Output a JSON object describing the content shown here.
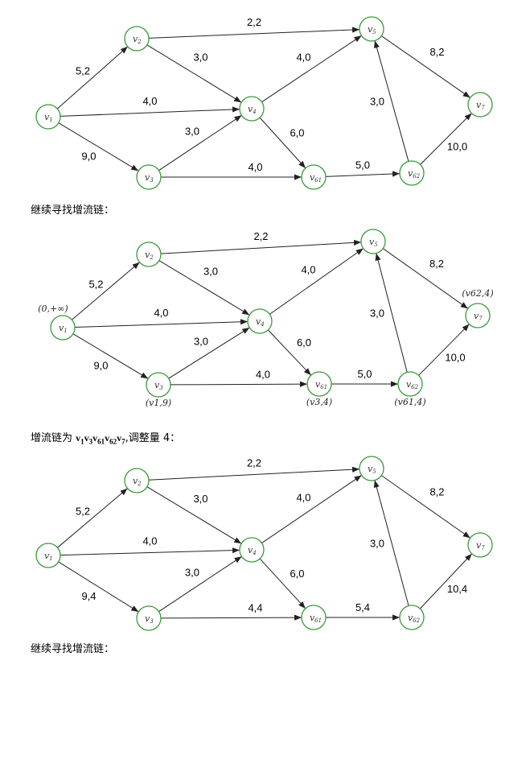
{
  "nodes": [
    "v1",
    "v2",
    "v3",
    "v4",
    "v5",
    "v61",
    "v62",
    "v7"
  ],
  "diagrams": [
    {
      "edges": [
        {
          "from": "v1",
          "to": "v2",
          "label": "5,2"
        },
        {
          "from": "v1",
          "to": "v4",
          "label": "4,0"
        },
        {
          "from": "v1",
          "to": "v3",
          "label": "9,0"
        },
        {
          "from": "v2",
          "to": "v5",
          "label": "2,2"
        },
        {
          "from": "v2",
          "to": "v4",
          "label": "3,0"
        },
        {
          "from": "v3",
          "to": "v4",
          "label": "3,0"
        },
        {
          "from": "v3",
          "to": "v61",
          "label": "4,0"
        },
        {
          "from": "v4",
          "to": "v5",
          "label": "4,0"
        },
        {
          "from": "v4",
          "to": "v61",
          "label": "6,0"
        },
        {
          "from": "v61",
          "to": "v62",
          "label": "5,0"
        },
        {
          "from": "v62",
          "to": "v5",
          "label": "3,0"
        },
        {
          "from": "v5",
          "to": "v7",
          "label": "8,2"
        },
        {
          "from": "v62",
          "to": "v7",
          "label": "10,0"
        }
      ],
      "tags": {}
    },
    {
      "edges": [
        {
          "from": "v1",
          "to": "v2",
          "label": "5,2"
        },
        {
          "from": "v1",
          "to": "v4",
          "label": "4,0"
        },
        {
          "from": "v1",
          "to": "v3",
          "label": "9,0"
        },
        {
          "from": "v2",
          "to": "v5",
          "label": "2,2"
        },
        {
          "from": "v2",
          "to": "v4",
          "label": "3,0"
        },
        {
          "from": "v3",
          "to": "v4",
          "label": "3,0"
        },
        {
          "from": "v3",
          "to": "v61",
          "label": "4,0"
        },
        {
          "from": "v4",
          "to": "v5",
          "label": "4,0"
        },
        {
          "from": "v4",
          "to": "v61",
          "label": "6,0"
        },
        {
          "from": "v61",
          "to": "v62",
          "label": "5,0"
        },
        {
          "from": "v62",
          "to": "v5",
          "label": "3,0"
        },
        {
          "from": "v5",
          "to": "v7",
          "label": "8,2"
        },
        {
          "from": "v62",
          "to": "v7",
          "label": "10,0"
        }
      ],
      "tags": {
        "v1": "(0,+∞)",
        "v3": "(v1,9)",
        "v61": "(v3,4)",
        "v62": "(v61,4)",
        "v7": "(v62,4)"
      }
    },
    {
      "edges": [
        {
          "from": "v1",
          "to": "v2",
          "label": "5,2"
        },
        {
          "from": "v1",
          "to": "v4",
          "label": "4,0"
        },
        {
          "from": "v1",
          "to": "v3",
          "label": "9,4"
        },
        {
          "from": "v2",
          "to": "v5",
          "label": "2,2"
        },
        {
          "from": "v2",
          "to": "v4",
          "label": "3,0"
        },
        {
          "from": "v3",
          "to": "v4",
          "label": "3,0"
        },
        {
          "from": "v3",
          "to": "v61",
          "label": "4,4"
        },
        {
          "from": "v4",
          "to": "v5",
          "label": "4,0"
        },
        {
          "from": "v4",
          "to": "v61",
          "label": "6,0"
        },
        {
          "from": "v61",
          "to": "v62",
          "label": "5,4"
        },
        {
          "from": "v62",
          "to": "v5",
          "label": "3,0"
        },
        {
          "from": "v5",
          "to": "v7",
          "label": "8,2"
        },
        {
          "from": "v62",
          "to": "v7",
          "label": "10,4"
        }
      ],
      "tags": {}
    }
  ],
  "text": {
    "continue1": "继续寻找增流链：",
    "chain_prefix": "增流链为 ",
    "chain": [
      "v",
      "1",
      "v",
      "3",
      "v",
      "61",
      "v",
      "62",
      "v",
      "7"
    ],
    "chain_suffix": ",调整量 4：",
    "continue2": "继续寻找增流链："
  }
}
